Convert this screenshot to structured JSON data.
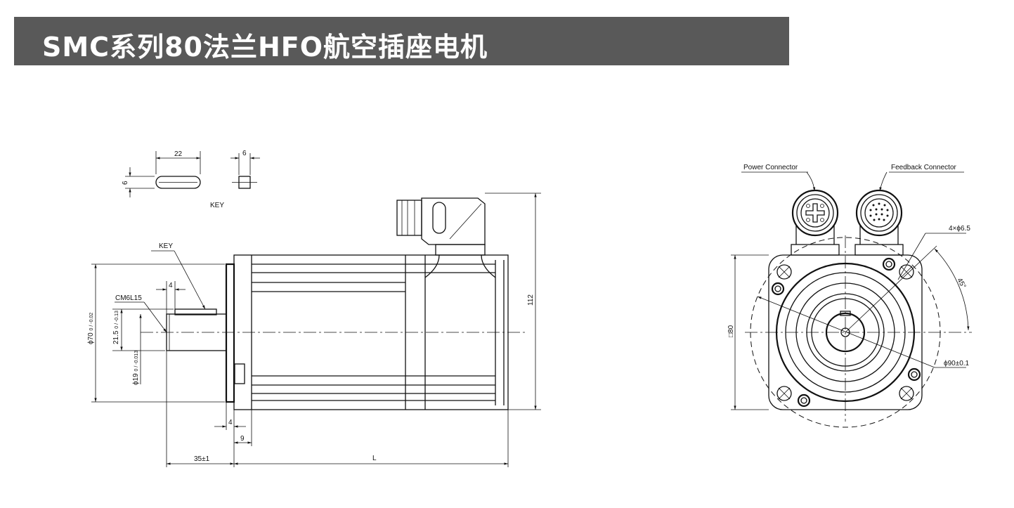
{
  "header": {
    "title": "SMC系列80法兰HFO航空插座电机"
  },
  "side_view": {
    "key_length": "22",
    "key_height": "6",
    "key_width": "6",
    "key_caption": "KEY",
    "key_leader": "KEY",
    "center_hole": "CM6L15",
    "key_offset": "4",
    "key_depth": "21.5",
    "key_depth_tol": "0 / -0.13",
    "shaft_dia": "ϕ19",
    "shaft_tol": "0 / -0.013",
    "pilot_dia": "ϕ70",
    "pilot_tol": "0 / -0.02",
    "height": "112",
    "flange_thickness": "4",
    "flange_width": "9",
    "shaft_length": "35±1",
    "body_length": "L"
  },
  "front_view": {
    "power_connector": "Power Connector",
    "feedback_connector": "Feedback Connector",
    "holes": "4×ϕ6.5",
    "angle": "45°",
    "square": "□80",
    "bolt_circle": "ϕ90±0.1"
  }
}
